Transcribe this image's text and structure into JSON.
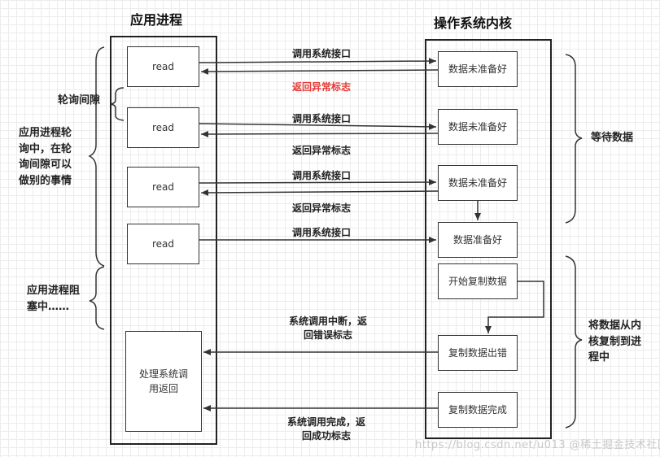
{
  "titles": {
    "app": "应用进程",
    "kernel": "操作系统内核"
  },
  "app_boxes": [
    "read",
    "read",
    "read",
    "read"
  ],
  "handle_box": "处理系统调用返回",
  "kernel_boxes": [
    "数据未准备好",
    "数据未准备好",
    "数据未准备好",
    "数据准备好",
    "开始复制数据",
    "复制数据出错",
    "复制数据完成"
  ],
  "arrows": {
    "call1": "调用系统接口",
    "ret1": "返回异常标志",
    "call2": "调用系统接口",
    "ret2": "返回异常标志",
    "call3": "调用系统接口",
    "ret3": "返回异常标志",
    "call4": "调用系统接口",
    "err": "系统调用中断，返回错误标志",
    "ok": "系统调用完成，返回成功标志"
  },
  "left_notes": {
    "gap": "轮询间隙",
    "polling": "应用进程轮询中，在轮询间隙可以做别的事情",
    "blocked": "应用进程阻塞中……"
  },
  "right_notes": {
    "wait": "等待数据",
    "copy": "将数据从内核复制到进程中"
  },
  "watermark": "https://blog.csdn.net/u013 @稀土掘金技术社区"
}
